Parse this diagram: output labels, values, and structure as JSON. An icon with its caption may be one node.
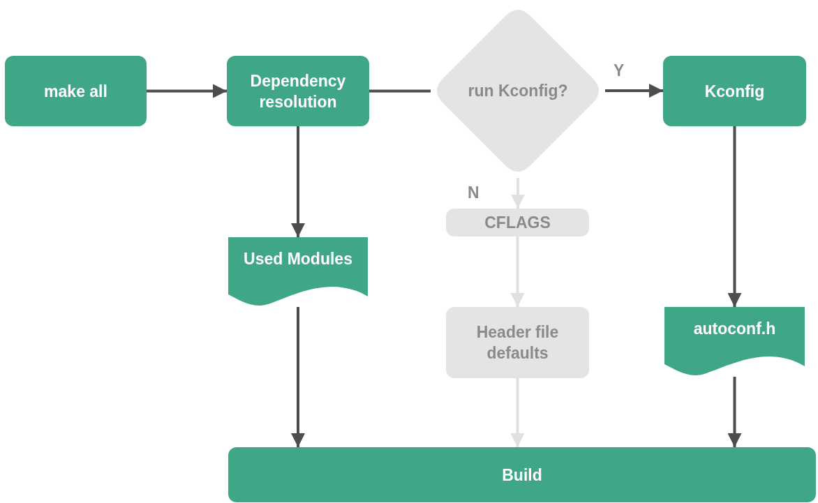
{
  "diagram": {
    "nodes": [
      {
        "text": [
          "make all"
        ]
      },
      {
        "text": [
          "Dependency resolution"
        ]
      },
      {
        "text": [
          "run Kconfig?"
        ]
      },
      {
        "text": [
          "Kconfig"
        ]
      },
      {
        "text": [
          "Used Modules"
        ]
      },
      {
        "text": [
          "CFLAGS"
        ]
      },
      {
        "text": [
          "autoconf.h"
        ]
      },
      {
        "text": [
          "Header file defaults"
        ]
      },
      {
        "text": [
          "Build"
        ]
      }
    ],
    "edges": [
      {
        "from": 0,
        "to": 1,
        "arrow": "to"
      },
      {
        "from": 1,
        "to": 2,
        "arrow": "none"
      },
      {
        "from": 2,
        "to": 3,
        "arrow": "to",
        "label": "Y"
      },
      {
        "from": 2,
        "to": 5,
        "arrow": "to",
        "label": "N",
        "color": "#e0e0e0"
      },
      {
        "from": 1,
        "to": 4,
        "arrow": "to"
      },
      {
        "from": 3,
        "to": 6,
        "arrow": "to"
      },
      {
        "from": 5,
        "to": 7,
        "arrow": "to",
        "color": "#e0e0e0"
      },
      {
        "from": 4,
        "to": 8,
        "arrow": "to"
      },
      {
        "from": 7,
        "to": 8,
        "arrow": "to",
        "color": "#e0e0e0"
      },
      {
        "from": 6,
        "to": 8,
        "arrow": "to"
      }
    ]
  }
}
